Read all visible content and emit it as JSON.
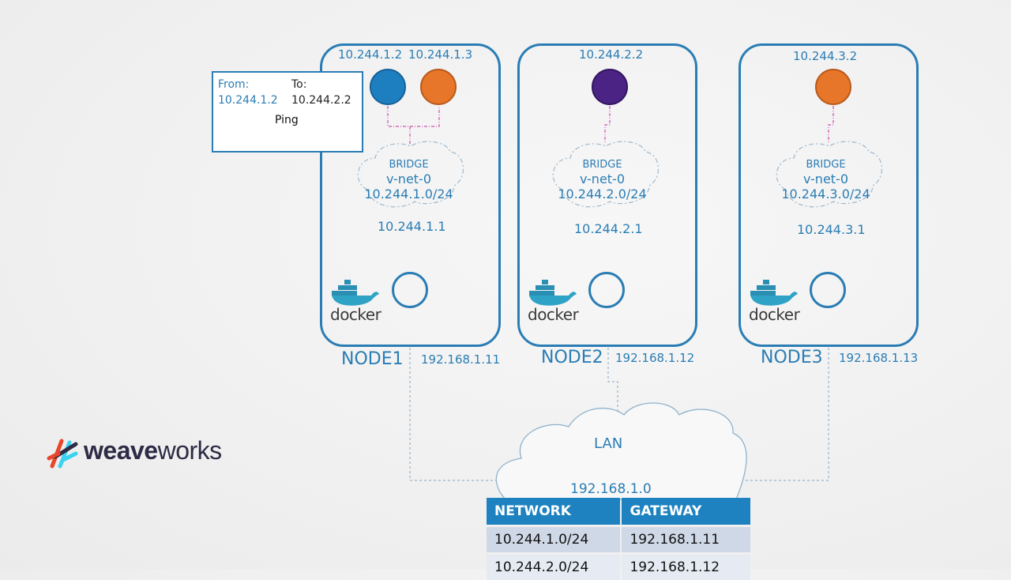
{
  "ping": {
    "from_label": "From:",
    "from_value": "10.244.1.2",
    "to_label": "To:",
    "to_value": "10.244.2.2",
    "action": "Ping"
  },
  "nodes": [
    {
      "name": "NODE1",
      "host_ip": "192.168.1.11",
      "pods": [
        {
          "ip": "10.244.1.2",
          "color": "#1e7fc0"
        },
        {
          "ip": "10.244.1.3",
          "color": "#e8762a"
        }
      ],
      "bridge": {
        "type": "BRIDGE",
        "name": "v-net-0",
        "subnet": "10.244.1.0/24"
      },
      "bridge_ip": "10.244.1.1",
      "runtime": "docker"
    },
    {
      "name": "NODE2",
      "host_ip": "192.168.1.12",
      "pods": [
        {
          "ip": "10.244.2.2",
          "color": "#4b2384"
        }
      ],
      "bridge": {
        "type": "BRIDGE",
        "name": "v-net-0",
        "subnet": "10.244.2.0/24"
      },
      "bridge_ip": "10.244.2.1",
      "runtime": "docker"
    },
    {
      "name": "NODE3",
      "host_ip": "192.168.1.13",
      "pods": [
        {
          "ip": "10.244.3.2",
          "color": "#e8762a"
        }
      ],
      "bridge": {
        "type": "BRIDGE",
        "name": "v-net-0",
        "subnet": "10.244.3.0/24"
      },
      "bridge_ip": "10.244.3.1",
      "runtime": "docker"
    }
  ],
  "lan": {
    "label": "LAN",
    "network": "192.168.1.0"
  },
  "route_table": {
    "headers": [
      "NETWORK",
      "GATEWAY"
    ],
    "rows": [
      [
        "10.244.1.0/24",
        "192.168.1.11"
      ],
      [
        "10.244.2.0/24",
        "192.168.1.12"
      ]
    ]
  },
  "logo": {
    "bold": "weave",
    "regular": "works"
  },
  "colors": {
    "accent": "#2a7db4",
    "table_header": "#1e82c0",
    "link_line": "#d04fb0"
  }
}
